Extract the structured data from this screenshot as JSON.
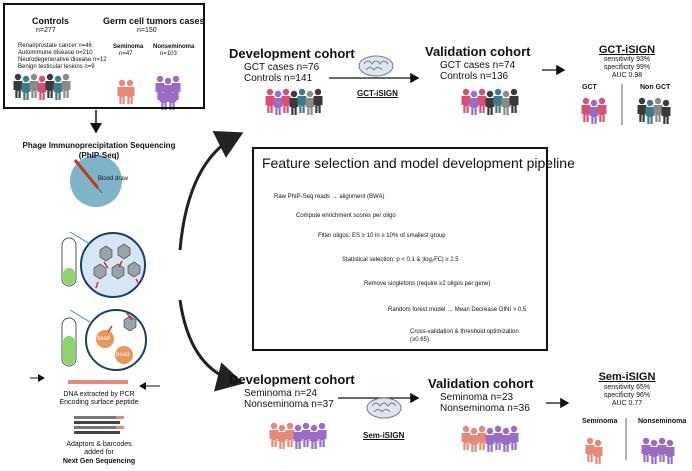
{
  "controls": {
    "title": "Controls",
    "n": "n=277",
    "lines": [
      "Renal/prostate cancer n=46",
      "Autoimmune disease n=210",
      "Neurodegenerative disease n=12",
      "Benign testicular lesions n=9"
    ]
  },
  "gct_cases": {
    "title": "Germ cell tumors cases",
    "n": "n=150",
    "seminoma": "Seminoma",
    "seminoma_n": "n=47",
    "nonseminoma": "Nonseminoma",
    "nonseminoma_n": "n=103"
  },
  "phip": {
    "title_line1": "Phage Immunoprecipitation Sequencing",
    "title_line2": "(PhIP-Seq)",
    "blood_draw": "Blood draw",
    "bead1": "bead",
    "bead2": "bead",
    "dna_line1": "DNA extracted by PCR",
    "dna_line2": "Encoding surface peptide",
    "adaptors_line1": "Adaptors & barcodes",
    "adaptors_line2": "added for",
    "ngs": "Next Gen Sequencing"
  },
  "gct_row": {
    "dev_title": "Development cohort",
    "dev_line1": "GCT cases n=76",
    "dev_line2": "Controls n=141",
    "model": "GCT-iSIGN",
    "val_title": "Validation cohort",
    "val_line1": "GCT cases n=74",
    "val_line2": "Controls n=136",
    "result_title": "GCT-iSIGN",
    "sensitivity": "sensitivity 93%",
    "specificity": "specificity 99%",
    "auc": "AUC 0.98",
    "group_a": "GCT",
    "group_b": "Non GCT"
  },
  "sem_row": {
    "dev_title": "Development cohort",
    "dev_line1": "Seminoma  n=24",
    "dev_line2": "Nonseminoma n=37",
    "model": "Sem-iSIGN",
    "val_title": "Validation cohort",
    "val_line1": "Seminoma  n=23",
    "val_line2": "Nonseminoma n=36",
    "result_title": "Sem-iSIGN",
    "sensitivity": "sensitivity 65%",
    "specificity": "specificity 96%",
    "auc": "AUC 0.77",
    "group_a": "Seminoma",
    "group_b": "Nonseminoma"
  },
  "pipeline": {
    "title": "Feature selection and model development pipeline",
    "steps": [
      "Raw PhIP-Seq reads → alignment (BWA)",
      "Compute enrichment scores per oligo",
      "Filter oligos: ES ≥ 10 in ≥ 10% of smallest group",
      "Statistical selection: p < 0.1 & |log₂FC| ≥ 2.5",
      "Remove singletons (require ≥2 oligos per gene)",
      "Random forest model → Mean Decrease GINI > 0.5",
      "Cross-validation & threshold optimization",
      "(≥0.65)"
    ]
  },
  "colors": {
    "pink": "#d6517a",
    "salmon": "#e58a7a",
    "purple": "#9b6cc4",
    "teal": "#3f7a86",
    "gray": "#8a8a8a",
    "dark": "#3a3a3a"
  }
}
